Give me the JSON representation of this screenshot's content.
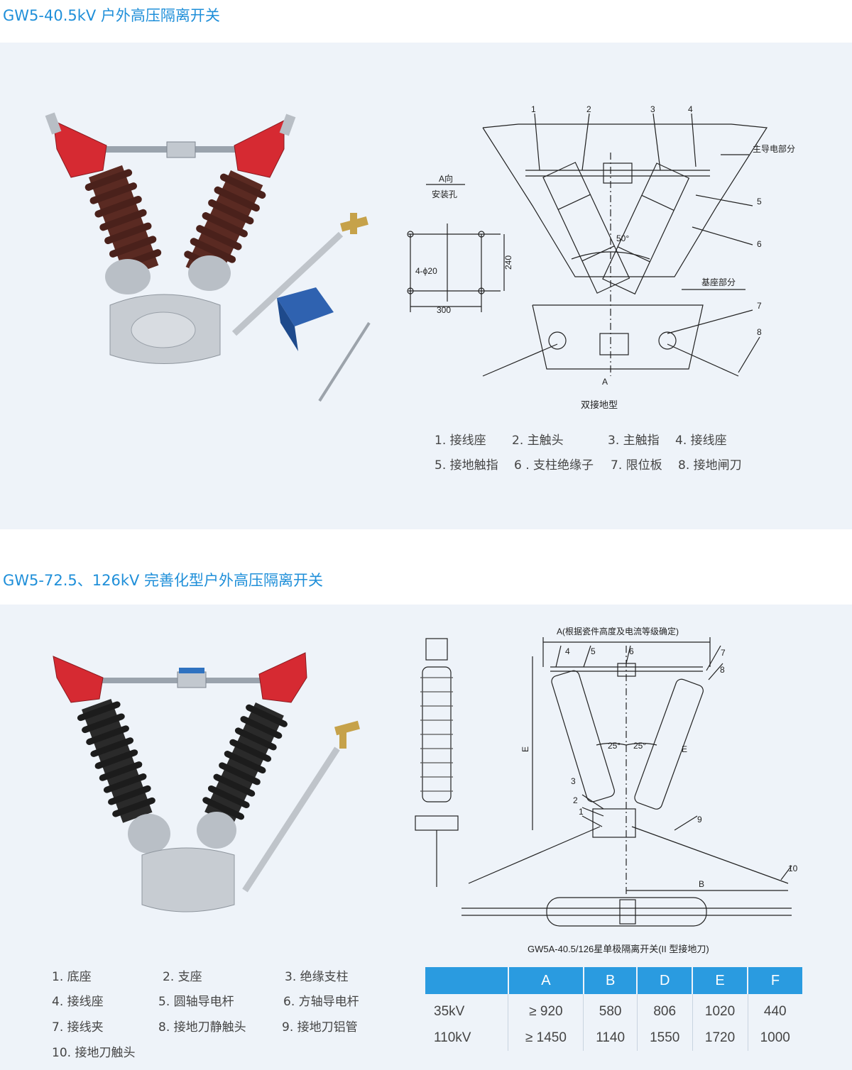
{
  "section1": {
    "title": "GW5-40.5kV 户外高压隔离开关",
    "diagram": {
      "numbers": [
        "1",
        "2",
        "3",
        "4",
        "5",
        "6",
        "7",
        "8"
      ],
      "label_main": "主导电部分",
      "label_base": "基座部分",
      "label_a_dir": "A向",
      "label_mount": "安装孔",
      "dim_240": "240",
      "dim_300": "300",
      "dim_hole": "4-ϕ20",
      "angle": "50°",
      "label_a": "A",
      "caption": "双接地型"
    },
    "legend": [
      "1. 接线座",
      "2. 主触头",
      "3. 主触指",
      "4. 接线座",
      "5. 接地触指",
      "6 . 支柱绝缘子",
      "7. 限位板",
      "8. 接地闸刀"
    ]
  },
  "section2": {
    "title": "GW5-72.5、126kV 完善化型户外高压隔离开关",
    "diagram": {
      "dim_a": "A(根据瓷件高度及电流等级确定)",
      "numbers": [
        "1",
        "2",
        "3",
        "4",
        "5",
        "6",
        "7",
        "8",
        "9",
        "10"
      ],
      "label_e": "E",
      "label_b": "B",
      "angle_left": "25°",
      "angle_right": "25°",
      "caption": "GW5A-40.5/126星单极隔离开关(II 型接地刀)"
    },
    "legend": [
      "1. 底座",
      "2. 支座",
      "3. 绝缘支柱",
      "4. 接线座",
      "5. 圆轴导电杆",
      "6. 方轴导电杆",
      "7. 接线夹",
      "8. 接地刀静触头",
      "9. 接地刀铝管",
      "10. 接地刀触头"
    ],
    "table": {
      "headers": [
        "",
        "A",
        "B",
        "D",
        "E",
        "F"
      ],
      "rows": [
        [
          "35kV",
          "≥ 920",
          "580",
          "806",
          "1020",
          "440"
        ],
        [
          "110kV",
          "≥ 1450",
          "1140",
          "1550",
          "1720",
          "1000"
        ]
      ]
    }
  },
  "colors": {
    "title_blue": "#1f8fd9",
    "panel_bg": "#eef3f9",
    "table_header": "#2a9be0",
    "insulator_brown": "#5a2a22",
    "insulator_black": "#2a2a2a",
    "cap_red": "#d62a32"
  }
}
